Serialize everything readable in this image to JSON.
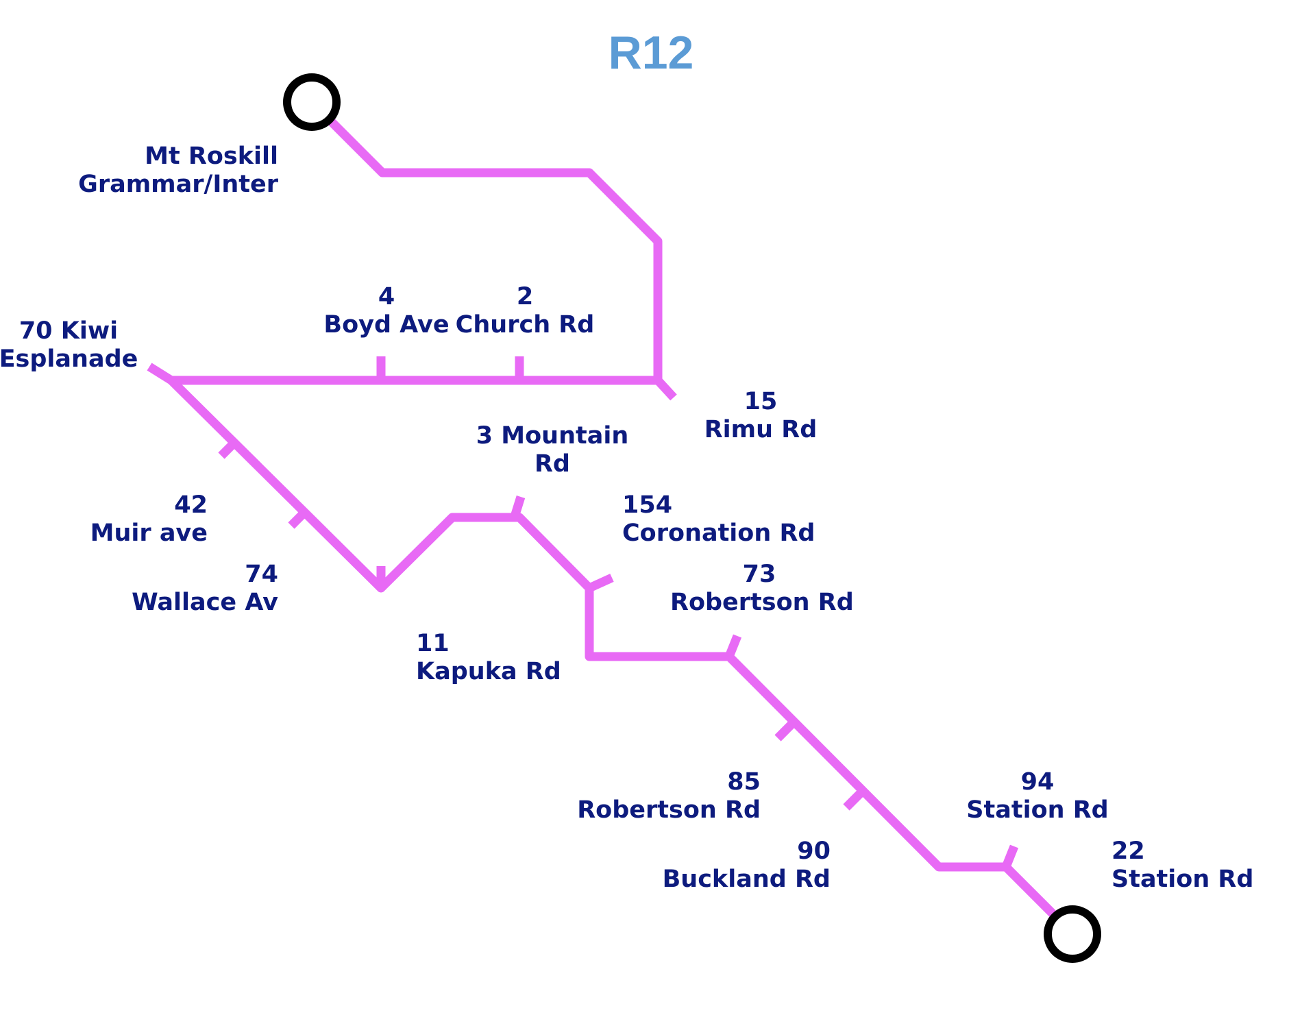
{
  "route": {
    "name": "R12",
    "title_color": "#5b9bd5",
    "line_color": "#e86af5",
    "terminal_color": "#000000",
    "label_color": "#0d1b7e"
  },
  "stops": [
    {
      "id": "mt-roskill",
      "number": "",
      "name": "Mt Roskill Grammar/Inter",
      "lines": [
        "Mt Roskill",
        "Grammar/Inter"
      ],
      "terminal": true
    },
    {
      "id": "kiwi-esplanade",
      "number": "70",
      "name": "Kiwi Esplanade",
      "lines": [
        "70 Kiwi",
        "Esplanade"
      ]
    },
    {
      "id": "boyd-ave",
      "number": "4",
      "name": "Boyd Ave",
      "lines": [
        "4",
        "Boyd Ave"
      ]
    },
    {
      "id": "church-rd",
      "number": "2",
      "name": "Church Rd",
      "lines": [
        "2",
        "Church Rd"
      ]
    },
    {
      "id": "rimu-rd",
      "number": "15",
      "name": "Rimu Rd",
      "lines": [
        "15",
        "Rimu Rd"
      ]
    },
    {
      "id": "muir-ave",
      "number": "42",
      "name": "Muir ave",
      "lines": [
        "42",
        "Muir ave"
      ]
    },
    {
      "id": "wallace-av",
      "number": "74",
      "name": "Wallace Av",
      "lines": [
        "74",
        "Wallace Av"
      ]
    },
    {
      "id": "kapuka-rd",
      "number": "11",
      "name": "Kapuka Rd",
      "lines": [
        "11",
        "Kapuka Rd"
      ]
    },
    {
      "id": "mountain-rd",
      "number": "3",
      "name": "Mountain Rd",
      "lines": [
        "3 Mountain",
        "Rd"
      ]
    },
    {
      "id": "coronation-rd",
      "number": "154",
      "name": "Coronation Rd",
      "lines": [
        "154",
        "Coronation Rd"
      ]
    },
    {
      "id": "robertson-rd-73",
      "number": "73",
      "name": "Robertson Rd",
      "lines": [
        "73",
        "Robertson Rd"
      ]
    },
    {
      "id": "robertson-rd-85",
      "number": "85",
      "name": "Robertson Rd",
      "lines": [
        "85",
        "Robertson Rd"
      ]
    },
    {
      "id": "buckland-rd",
      "number": "90",
      "name": "Buckland Rd",
      "lines": [
        "90",
        "Buckland Rd"
      ]
    },
    {
      "id": "station-rd-94",
      "number": "94",
      "name": "Station Rd",
      "lines": [
        "94",
        "Station Rd"
      ]
    },
    {
      "id": "station-rd-22",
      "number": "22",
      "name": "Station Rd",
      "lines": [
        "22",
        "Station Rd"
      ],
      "terminal": true
    }
  ]
}
